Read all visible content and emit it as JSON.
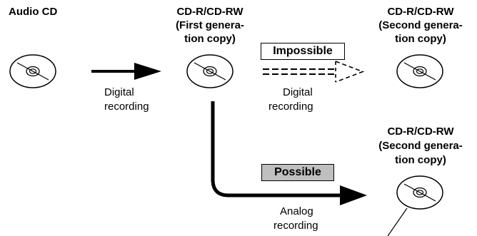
{
  "source": {
    "title": "Audio CD"
  },
  "first_copy": {
    "line1": "CD-R/CD-RW",
    "line2": "(First genera-",
    "line3": "tion copy)"
  },
  "second_copy_digital": {
    "line1": "CD-R/CD-RW",
    "line2": "(Second genera-",
    "line3": "tion copy)"
  },
  "second_copy_analog": {
    "line1": "CD-R/CD-RW",
    "line2": "(Second genera-",
    "line3": "tion copy)"
  },
  "arrow_source_to_first": {
    "line1": "Digital",
    "line2": "recording"
  },
  "arrow_first_to_second_digital": {
    "status": "Impossible",
    "line1": "Digital",
    "line2": "recording"
  },
  "arrow_first_to_second_analog": {
    "status": "Possible",
    "line1": "Analog",
    "line2": "recording"
  },
  "colors": {
    "possible_box": "#bfbfbf"
  }
}
